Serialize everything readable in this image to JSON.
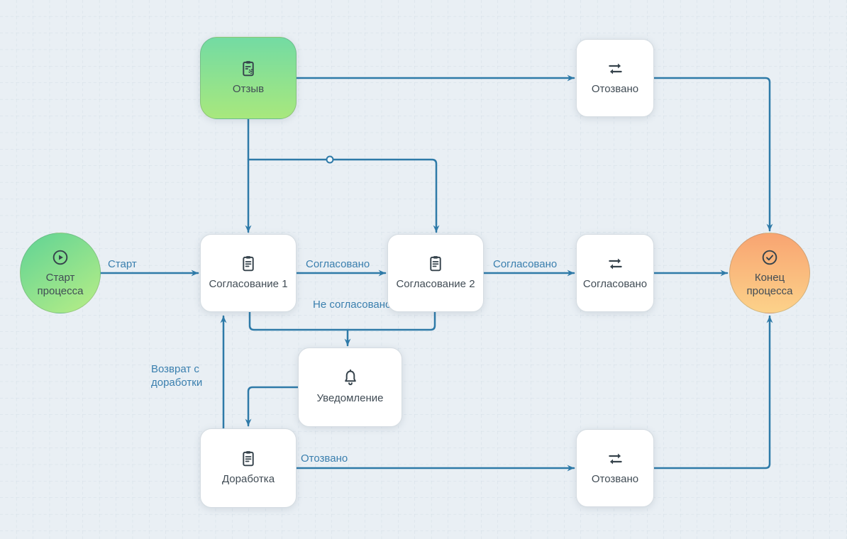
{
  "diagram": {
    "nodes": {
      "start": {
        "label": "Старт процесса",
        "icon": "play-circle-icon"
      },
      "otziv": {
        "label": "Отзыв",
        "icon": "clipboard-gear-icon"
      },
      "otozvano_top": {
        "label": "Отозвано",
        "icon": "swap-arrows-icon"
      },
      "soglasovanie1": {
        "label": "Согласование 1",
        "icon": "clipboard-icon"
      },
      "soglasovanie2": {
        "label": "Согласование 2",
        "icon": "clipboard-icon"
      },
      "soglasovano": {
        "label": "Согласовано",
        "icon": "swap-arrows-icon"
      },
      "end": {
        "label": "Конец процесса",
        "icon": "check-circle-icon"
      },
      "uvedomlenie": {
        "label": "Уведомление",
        "icon": "bell-icon"
      },
      "dorabotka": {
        "label": "Доработка",
        "icon": "clipboard-icon"
      },
      "otozvano_bottom": {
        "label": "Отозвано",
        "icon": "swap-arrows-icon"
      }
    },
    "edge_labels": {
      "start": "Старт",
      "approved_1": "Согласовано",
      "approved_2": "Согласовано",
      "not_approved": "Не согласовано",
      "return_from_revision": "Возврат с доработки",
      "withdrawn": "Отозвано"
    },
    "colors": {
      "css_vars": {
        "--bg": "#e9eff4",
        "--grid": "#d2dde6",
        "--edge": "#2e7aa8",
        "--edge-label": "#3a7fae",
        "--node-text": "#414c55",
        "--icon": "#36434c",
        "--node-border": "#d5dce2",
        "--start-a": "#5fd395",
        "--start-b": "#b9ee86",
        "--otziv-a": "#73dba3",
        "--otziv-b": "#a8e87d",
        "--end-a": "#f8a471",
        "--end-b": "#fcd28a"
      }
    }
  }
}
